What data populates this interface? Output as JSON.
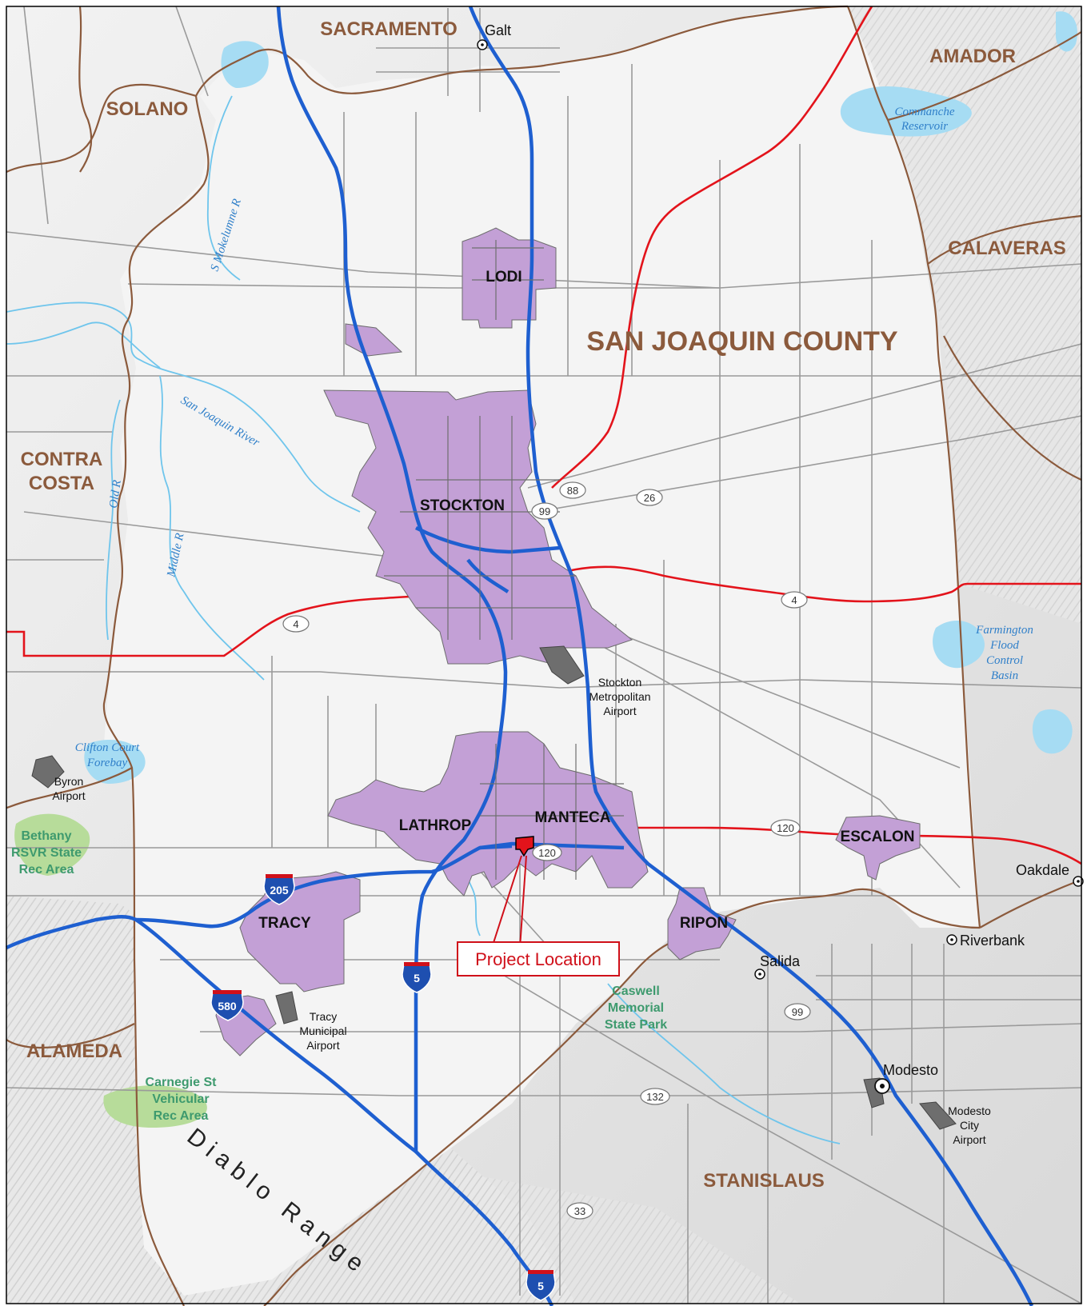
{
  "counties": {
    "sacramento": "SACRAMENTO",
    "amador": "AMADOR",
    "solano": "SOLANO",
    "calaveras": "CALAVERAS",
    "san_joaquin": "SAN JOAQUIN COUNTY",
    "contra_costa_1": "CONTRA",
    "contra_costa_2": "COSTA",
    "alameda": "ALAMEDA",
    "stanislaus": "STANISLAUS"
  },
  "cities": {
    "lodi": "LODI",
    "stockton": "STOCKTON",
    "lathrop": "LATHROP",
    "manteca": "MANTECA",
    "escalon": "ESCALON",
    "tracy": "TRACY",
    "ripon": "RIPON"
  },
  "towns": {
    "galt": "Galt",
    "oakdale": "Oakdale",
    "riverbank": "Riverbank",
    "salida": "Salida",
    "modesto": "Modesto"
  },
  "airports": {
    "stockton_1": "Stockton",
    "stockton_2": "Metropolitan",
    "stockton_3": "Airport",
    "byron_1": "Byron",
    "byron_2": "Airport",
    "tracy_1": "Tracy",
    "tracy_2": "Municipal",
    "tracy_3": "Airport",
    "modesto_1": "Modesto",
    "modesto_2": "City",
    "modesto_3": "Airport"
  },
  "water": {
    "commanche_1": "Commanche",
    "commanche_2": "Reservoir",
    "mokelumne": "S Mokelumne R",
    "san_joaquin_river": "San Joaquin River",
    "old_r": "Old R",
    "middle_r": "Middle R",
    "farmington_1": "Farmington",
    "farmington_2": "Flood",
    "farmington_3": "Control",
    "farmington_4": "Basin",
    "clifton_1": "Clifton Court",
    "clifton_2": "Forebay"
  },
  "parks": {
    "bethany_1": "Bethany",
    "bethany_2": "RSVR State",
    "bethany_3": "Rec Area",
    "caswell_1": "Caswell",
    "caswell_2": "Memorial",
    "caswell_3": "State Park",
    "carnegie_1": "Carnegie St",
    "carnegie_2": "Vehicular",
    "carnegie_3": "Rec Area"
  },
  "terrain": {
    "diablo_range": "Diablo Range"
  },
  "routes": {
    "sr88": "88",
    "sr26": "26",
    "sr99_north": "99",
    "sr4_east": "4",
    "sr4_west": "4",
    "sr120_east": "120",
    "sr120_west": "120",
    "sr99_south": "99",
    "sr132": "132",
    "sr33": "33",
    "i205": "205",
    "i580": "580",
    "i5_mid": "5",
    "i5_south": "5"
  },
  "project_location": "Project Location",
  "colors": {
    "city_fill": "#c3a0d6",
    "freeway": "#1e5fd0",
    "state_route": "#e3131b",
    "county_line": "#8b5a3c",
    "water": "#a6dcf3",
    "park": "#b7dc9a",
    "callout": "#d0101a"
  }
}
